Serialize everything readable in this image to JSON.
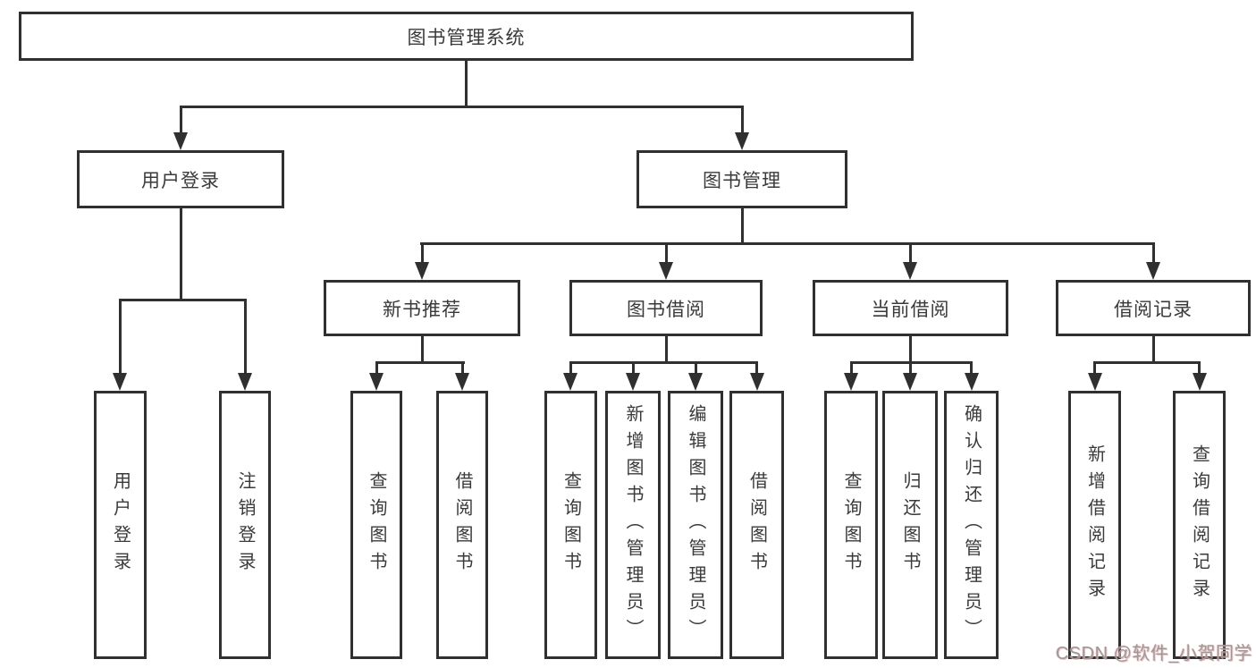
{
  "diagram": {
    "type": "hierarchy-tree",
    "colors": {
      "line": "#303030",
      "box_border": "#303030",
      "text": "#3a3a3a",
      "background": "#ffffff",
      "watermark_gray": "#9a9a9a",
      "watermark_pink": "#eea0a0"
    },
    "nodes": {
      "root": {
        "label": "图书管理系统"
      },
      "user_login": {
        "label": "用户登录"
      },
      "book_management": {
        "label": "图书管理"
      },
      "new_book_recommend": {
        "label": "新书推荐"
      },
      "book_borrowing": {
        "label": "图书借阅"
      },
      "current_borrowing": {
        "label": "当前借阅"
      },
      "borrow_records": {
        "label": "借阅记录"
      },
      "leaf_user_login": {
        "label": "用户登录"
      },
      "leaf_logout": {
        "label": "注销登录"
      },
      "leaf_query_book_recommend": {
        "label": "查询图书"
      },
      "leaf_borrow_book_recommend": {
        "label": "借阅图书"
      },
      "leaf_query_book_borrowing": {
        "label": "查询图书"
      },
      "leaf_add_book": {
        "label": "新增图书（管理员）"
      },
      "leaf_edit_book": {
        "label": "编辑图书（管理员）"
      },
      "leaf_borrow_book_borrowing": {
        "label": "借阅图书"
      },
      "leaf_query_book_current": {
        "label": "查询图书"
      },
      "leaf_return_book": {
        "label": "归还图书"
      },
      "leaf_confirm_return": {
        "label": "确认归还（管理员）"
      },
      "leaf_add_borrow_record": {
        "label": "新增借阅记录"
      },
      "leaf_query_borrow_record": {
        "label": "查询借阅记录"
      }
    },
    "watermark": "CSDN @软件_小贺同学"
  }
}
